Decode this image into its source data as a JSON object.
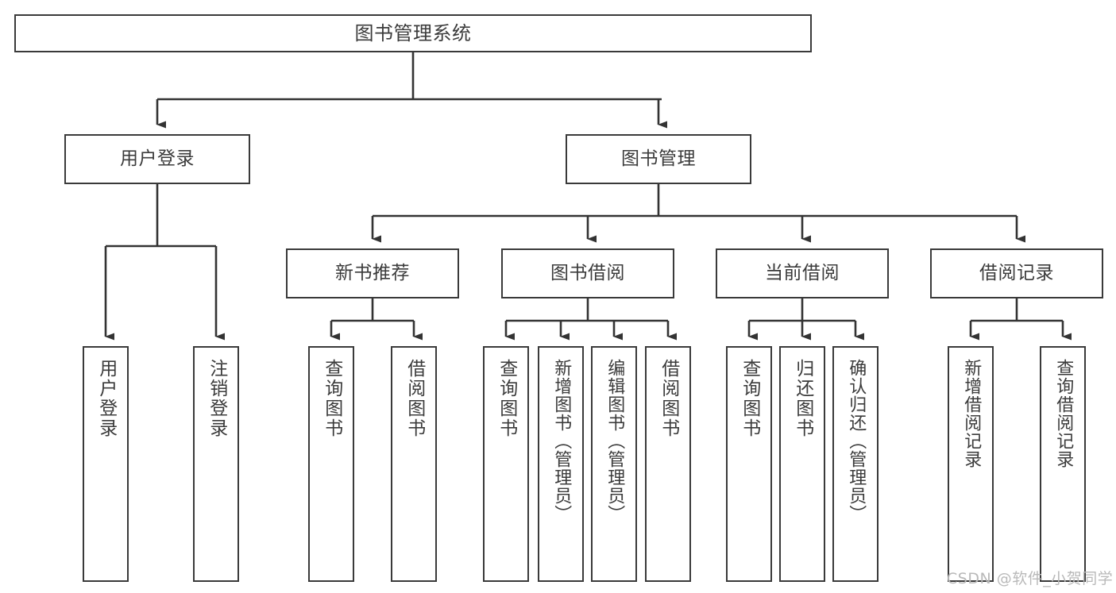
{
  "diagram": {
    "type": "tree",
    "title": "图书管理系统",
    "orientation": "top-down",
    "colors": {
      "box_border": "#3a3a3a",
      "box_fill": "#ffffff",
      "connector": "#333333",
      "text": "#3b3b3b",
      "watermark": "#b9b9b9",
      "background": "#ffffff"
    },
    "nodes": {
      "root": {
        "label": "图书管理系统"
      },
      "level2": [
        {
          "label": "用户登录"
        },
        {
          "label": "图书管理"
        }
      ],
      "level3": [
        {
          "label": "新书推荐"
        },
        {
          "label": "图书借阅"
        },
        {
          "label": "当前借阅"
        },
        {
          "label": "借阅记录"
        }
      ],
      "leaves": {
        "user_login": [
          {
            "label": "用户登录"
          },
          {
            "label": "注销登录"
          }
        ],
        "new_book_recommend": [
          {
            "label": "查询图书"
          },
          {
            "label": "借阅图书"
          }
        ],
        "book_borrow": [
          {
            "label": "查询图书"
          },
          {
            "label": "新增图书（管理员）"
          },
          {
            "label": "编辑图书（管理员）"
          },
          {
            "label": "借阅图书"
          }
        ],
        "current_borrow": [
          {
            "label": "查询图书"
          },
          {
            "label": "归还图书"
          },
          {
            "label": "确认归还（管理员）"
          }
        ],
        "borrow_record": [
          {
            "label": "新增借阅记录"
          },
          {
            "label": "查询借阅记录"
          }
        ]
      }
    }
  },
  "watermark": {
    "text": "CSDN @软件_小贺同学"
  }
}
